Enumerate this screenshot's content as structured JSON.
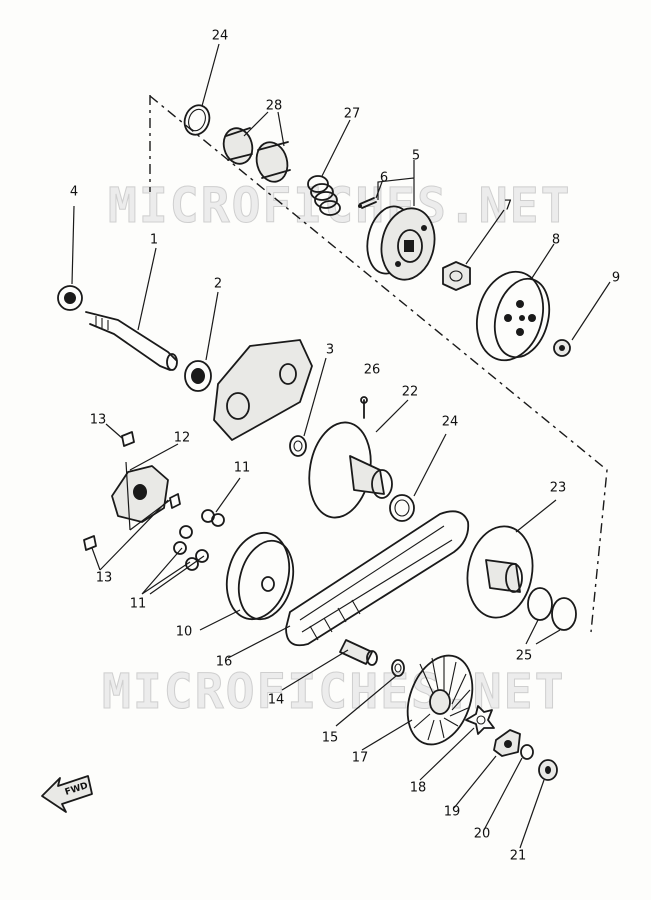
{
  "watermark": "MICROFICHES.NET",
  "direction_label": "FWD",
  "callouts": [
    {
      "id": "c24a",
      "label": "24"
    },
    {
      "id": "c28",
      "label": "28"
    },
    {
      "id": "c27",
      "label": "27"
    },
    {
      "id": "c5",
      "label": "5"
    },
    {
      "id": "c6",
      "label": "6"
    },
    {
      "id": "c7",
      "label": "7"
    },
    {
      "id": "c8",
      "label": "8"
    },
    {
      "id": "c9",
      "label": "9"
    },
    {
      "id": "c4",
      "label": "4"
    },
    {
      "id": "c1",
      "label": "1"
    },
    {
      "id": "c2",
      "label": "2"
    },
    {
      "id": "c3",
      "label": "3"
    },
    {
      "id": "c26",
      "label": "26"
    },
    {
      "id": "c22",
      "label": "22"
    },
    {
      "id": "c24b",
      "label": "24"
    },
    {
      "id": "c13a",
      "label": "13"
    },
    {
      "id": "c12",
      "label": "12"
    },
    {
      "id": "c11a",
      "label": "11"
    },
    {
      "id": "c13b",
      "label": "13"
    },
    {
      "id": "c11b",
      "label": "11"
    },
    {
      "id": "c23",
      "label": "23"
    },
    {
      "id": "c10",
      "label": "10"
    },
    {
      "id": "c16",
      "label": "16"
    },
    {
      "id": "c25",
      "label": "25"
    },
    {
      "id": "c14",
      "label": "14"
    },
    {
      "id": "c15",
      "label": "15"
    },
    {
      "id": "c17",
      "label": "17"
    },
    {
      "id": "c18",
      "label": "18"
    },
    {
      "id": "c19",
      "label": "19"
    },
    {
      "id": "c20",
      "label": "20"
    },
    {
      "id": "c21",
      "label": "21"
    }
  ]
}
